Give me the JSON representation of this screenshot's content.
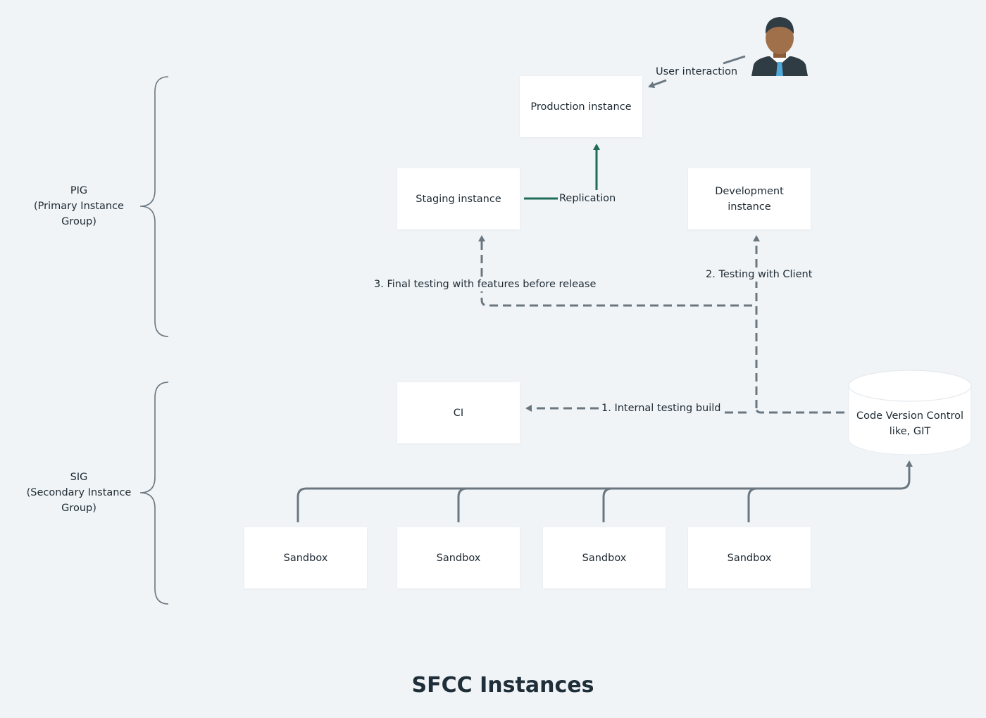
{
  "title": "SFCC Instances",
  "groups": {
    "pig": "PIG\n(Primary Instance\nGroup)",
    "sig": "SIG\n(Secondary Instance\nGroup)"
  },
  "nodes": {
    "production": "Production instance",
    "staging": "Staging instance",
    "development": "Development\ninstance",
    "ci": "CI",
    "vcs": "Code Version Control\nlike, GIT",
    "sandboxes": [
      "Sandbox",
      "Sandbox",
      "Sandbox",
      "Sandbox"
    ]
  },
  "edges": {
    "user_interaction": "User interaction",
    "replication": "Replication",
    "final_testing": "3. Final testing with features before release",
    "testing_client": "2. Testing with Client",
    "internal_build": "1. Internal testing build"
  },
  "colors": {
    "background": "#f0f4f7",
    "box": "#ffffff",
    "connector": "#6b7780",
    "replication": "#1e6b5a",
    "person_skin": "#a0704a",
    "person_suit": "#2f3c44",
    "person_tie": "#4fa8d8"
  },
  "icons": {
    "user": "person-icon"
  }
}
